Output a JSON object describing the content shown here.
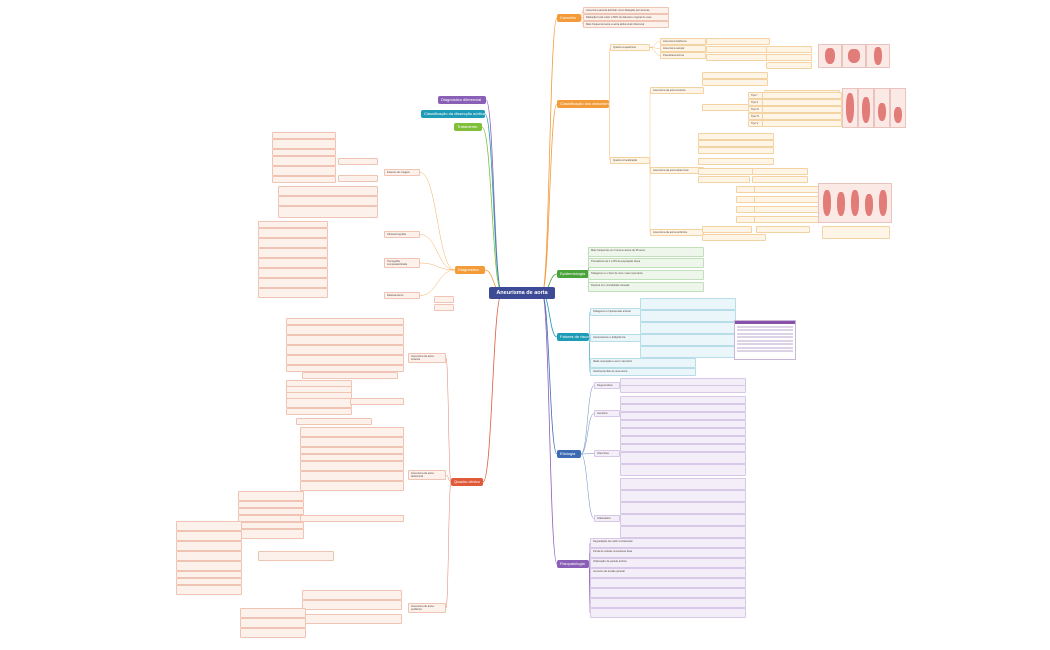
{
  "root": "Aneurisma de aorta",
  "branches": {
    "left_top": [
      "Diagnóstico diferencial",
      "Classificação da dissecção aórtica",
      "Tratamento"
    ],
    "diagnostico": "Diagnóstico",
    "quadro": "Quadro clínico",
    "right": {
      "conceito": "Conceito",
      "classificacao": "Classificação dos aneurismas",
      "epidemio": "Epidemiologia",
      "fatores": "Fatores de risco",
      "etiologia": "Etiologia",
      "fisiopatologia": "Fisiopatologia"
    }
  },
  "conceito_items": [
    "Aneurisma arterial definido como dilatação permanente",
    "Dilatação focal maior a 50% do diâmetro original do vaso",
    "Mais frequentemente a aorta abdominal infrarrenal"
  ],
  "classificacao": {
    "forma": "Quanto à aparência",
    "forma_items": [
      "Aneurisma fusiforme",
      "Aneurisma sacular",
      "Pseudoaneurisma"
    ],
    "local": "Quanto à localização",
    "local_items": [
      "Aneurisma da aorta torácica",
      "Aneurisma da aorta abdominal",
      "Aneurisma da aorta periférica"
    ],
    "tipos": [
      "Tipo I",
      "Tipo II",
      "Tipo III",
      "Tipo IV",
      "Tipo V"
    ]
  },
  "epidemio_items": [
    "Mais frequentes em homens acima de 65 anos",
    "Prevalência de 4 a 8% da população idosa",
    "Tabagismo é o fator de risco mais importante",
    "Ruptura tem mortalidade elevada"
  ],
  "fatores_items": [
    "Tabagismo e hipertensão arterial",
    "Aterosclerose e dislipidemia",
    "Idade avançada e sexo masculino",
    "História familiar de aneurisma"
  ],
  "etiologia_items": [
    "Degenerativa",
    "Genética",
    "Infecciosa",
    "Inflamatória"
  ],
  "fisio_items": [
    "Degradação da matriz extracelular",
    "Perda de células musculares lisas",
    "Inflamação da parede aórtica",
    "Aumento da tensão parietal"
  ],
  "diagnostico_items": [
    "Exames de imagem",
    "Ultrassonografia",
    "Tomografia computadorizada",
    "Rastreamento"
  ],
  "quadro_items": [
    "Aneurisma da aorta torácica",
    "Aneurisma da aorta abdominal",
    "Aneurisma de aorta periférica"
  ]
}
